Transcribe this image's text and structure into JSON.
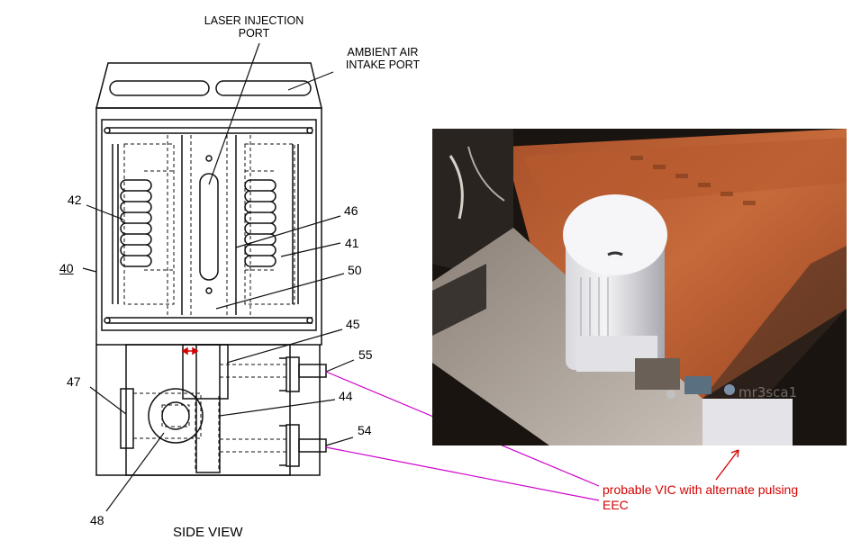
{
  "labels": {
    "laser_port_line1": "LASER INJECTION",
    "laser_port_line2": "PORT",
    "ambient_line1": "AMBIENT AIR",
    "ambient_line2": "INTAKE PORT",
    "side_view": "SIDE VIEW"
  },
  "reference_numbers": {
    "n42": "42",
    "n40": "40",
    "n46": "46",
    "n41": "41",
    "n50": "50",
    "n45": "45",
    "n55": "55",
    "n47": "47",
    "n44": "44",
    "n54": "54",
    "n48": "48"
  },
  "annotation": {
    "line1": "probable VIC with alternate pulsing",
    "line2": "EEC"
  },
  "photo": {
    "watermark": "mr3sca1"
  },
  "colors": {
    "annotation_text": "#d40000",
    "leader_lines": "#cc00cc",
    "arrow_small": "#d40000"
  }
}
